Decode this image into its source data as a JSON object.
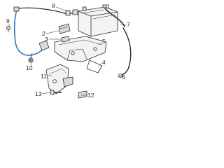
{
  "diagram": {
    "callouts": [
      {
        "id": "c1",
        "label": "1"
      },
      {
        "id": "c2",
        "label": "2"
      },
      {
        "id": "c3",
        "label": "3"
      },
      {
        "id": "c4",
        "label": "4"
      },
      {
        "id": "c5",
        "label": "5"
      },
      {
        "id": "c6",
        "label": "6"
      },
      {
        "id": "c7",
        "label": "7"
      },
      {
        "id": "c8",
        "label": "8"
      },
      {
        "id": "c9",
        "label": "9"
      },
      {
        "id": "c10",
        "label": "10"
      },
      {
        "id": "c11",
        "label": "11"
      },
      {
        "id": "c12",
        "label": "12"
      },
      {
        "id": "c13",
        "label": "13"
      }
    ]
  },
  "colors": {
    "line": "#2b2b2b",
    "cable_highlight": "#2a78c8",
    "fill_light": "#f3f3f3",
    "fill_mid": "#d9d9d9"
  }
}
